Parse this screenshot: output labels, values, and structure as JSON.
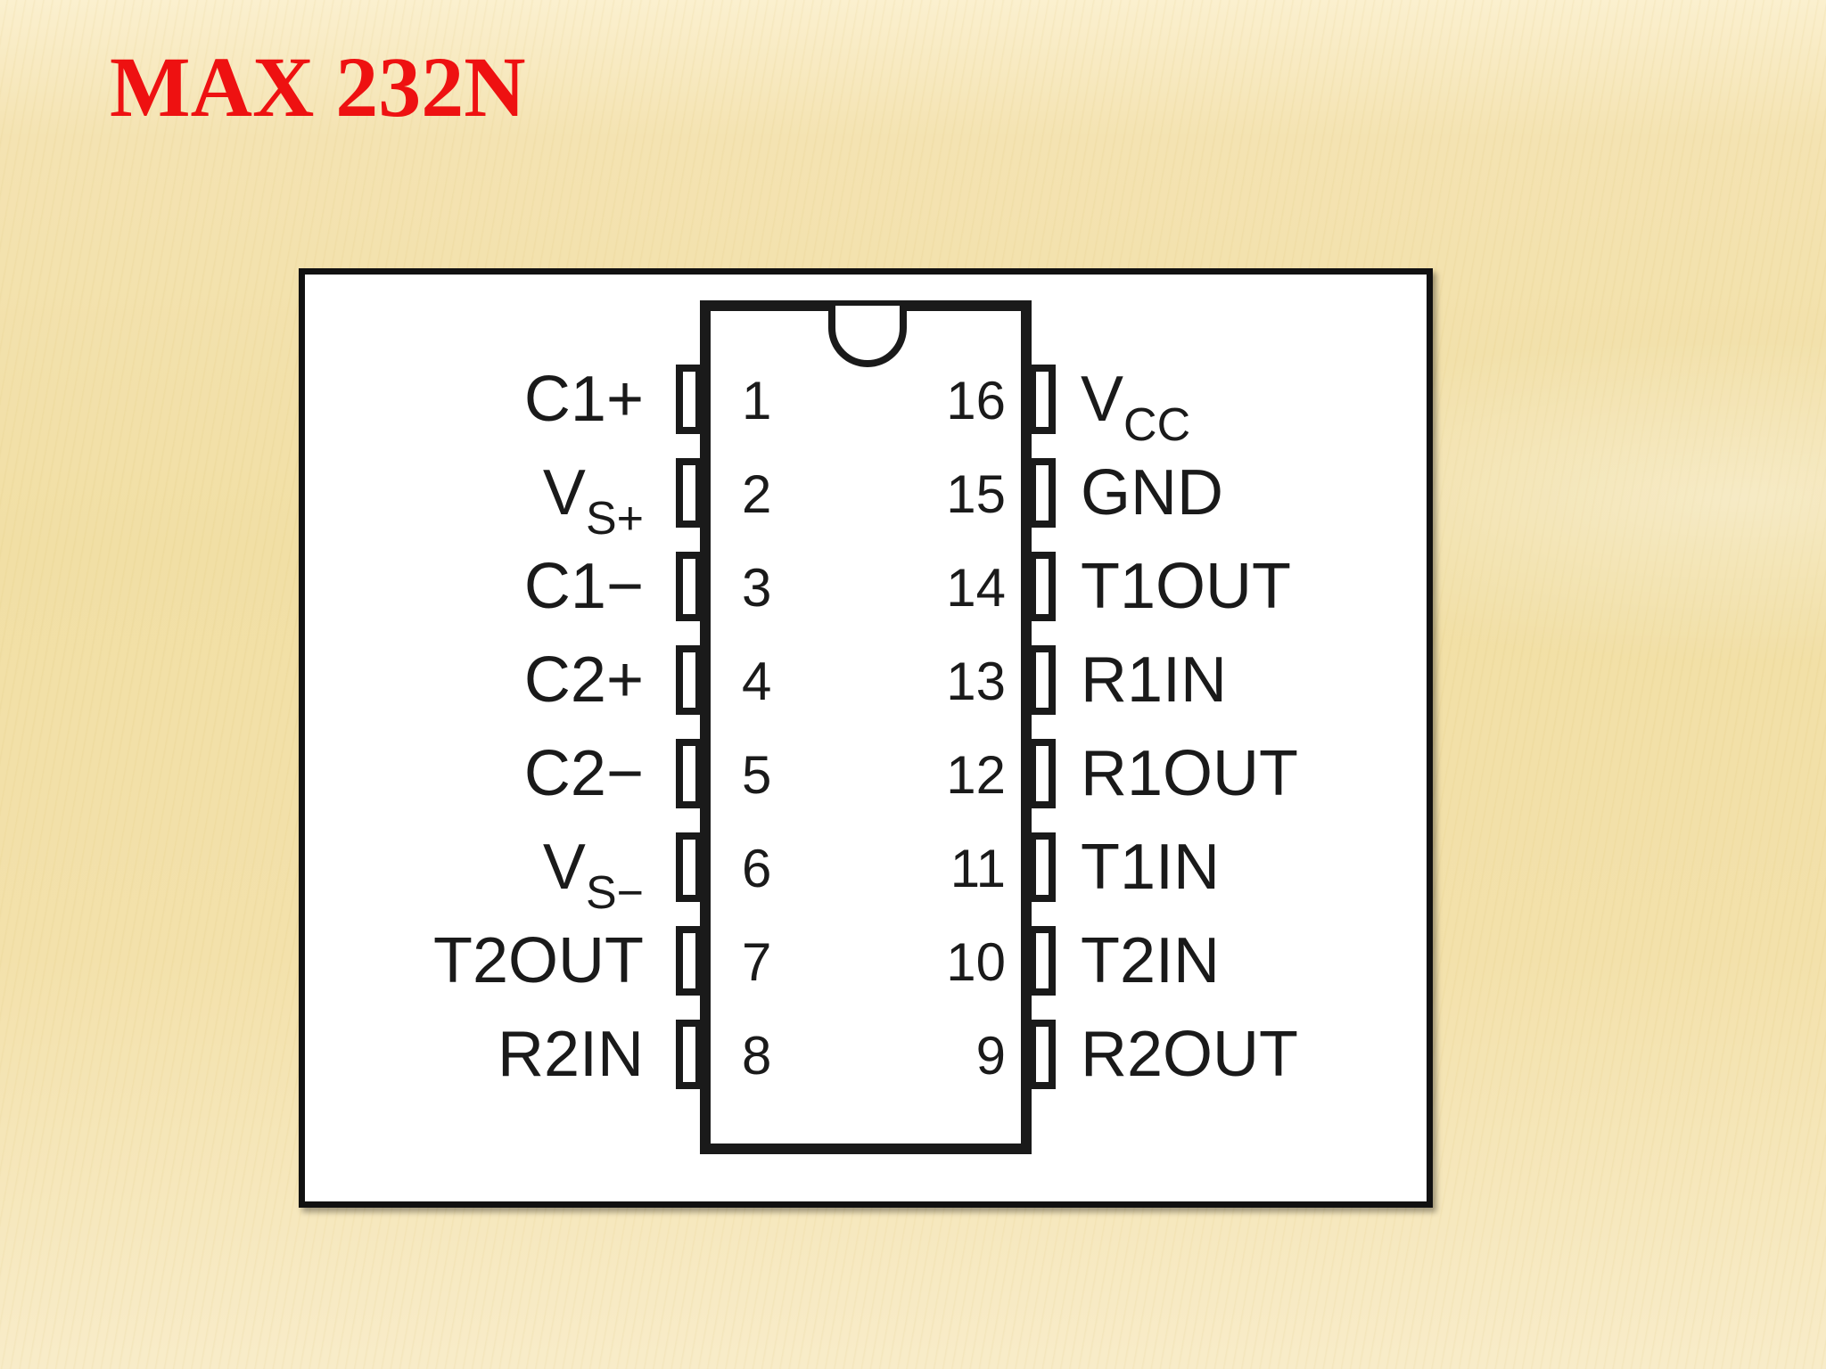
{
  "title": "MAX 232N",
  "diagram": {
    "left_pins": [
      {
        "number": "1",
        "label": "C1+",
        "sub": ""
      },
      {
        "number": "2",
        "label": "V",
        "sub": "S+"
      },
      {
        "number": "3",
        "label": "C1−",
        "sub": ""
      },
      {
        "number": "4",
        "label": "C2+",
        "sub": ""
      },
      {
        "number": "5",
        "label": "C2−",
        "sub": ""
      },
      {
        "number": "6",
        "label": "V",
        "sub": "S−"
      },
      {
        "number": "7",
        "label": "T2OUT",
        "sub": ""
      },
      {
        "number": "8",
        "label": "R2IN",
        "sub": ""
      }
    ],
    "right_pins": [
      {
        "number": "16",
        "label": "V",
        "sub": "CC"
      },
      {
        "number": "15",
        "label": "GND",
        "sub": ""
      },
      {
        "number": "14",
        "label": "T1OUT",
        "sub": ""
      },
      {
        "number": "13",
        "label": "R1IN",
        "sub": ""
      },
      {
        "number": "12",
        "label": "R1OUT",
        "sub": ""
      },
      {
        "number": "11",
        "label": "T1IN",
        "sub": ""
      },
      {
        "number": "10",
        "label": "T2IN",
        "sub": ""
      },
      {
        "number": "9",
        "label": "R2OUT",
        "sub": ""
      }
    ]
  }
}
